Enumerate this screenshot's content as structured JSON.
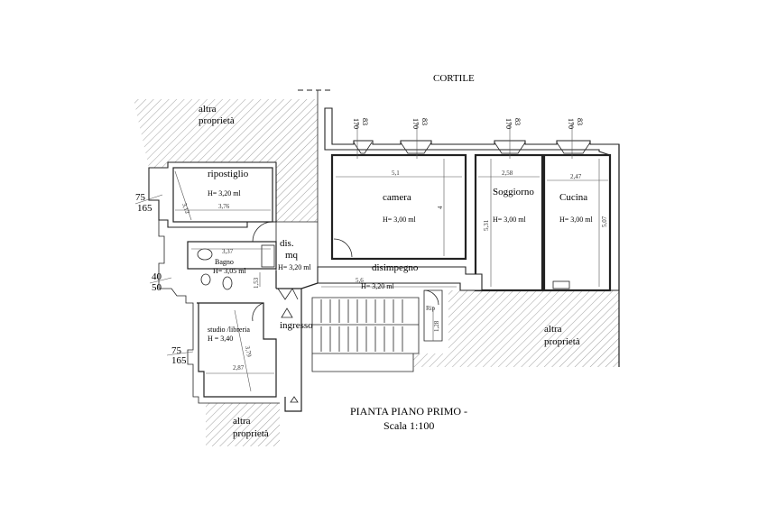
{
  "plan": {
    "courtyard_label": "CORTILE",
    "title_line1": "PIANTA PIANO PRIMO -",
    "title_line2": "Scala 1:100"
  },
  "neighbours": {
    "top_left_line1": "altra",
    "top_left_line2": "proprietà",
    "right_line1": "altra",
    "right_line2": "proprietà",
    "bottom_line1": "altra",
    "bottom_line2": "proprietà"
  },
  "rooms": {
    "ripostiglio": {
      "name": "ripostiglio",
      "height": "H= 3,20 ml",
      "dim_width": "3,76",
      "dim_depth": "3,12"
    },
    "camera": {
      "name": "camera",
      "height": "H= 3,00 ml",
      "dim_width": "5,1",
      "dim_depth": "4"
    },
    "soggiorno": {
      "name": "Soggiorno",
      "height": "H= 3,00 ml",
      "dim_width": "2,58",
      "dim_depth": "5,31"
    },
    "cucina": {
      "name": "Cucina",
      "height": "H= 3,00 ml",
      "dim_width": "2,47",
      "dim_depth": "5,07"
    },
    "dis": {
      "name_line1": "dis.",
      "name_line2": "mq",
      "height": "H= 3,20 ml"
    },
    "bagno": {
      "name": "Bagno",
      "height": "H= 3,05 ml",
      "dim_width": "3,37",
      "dim_depth": "1,53"
    },
    "disimpegno": {
      "name": "disimpegno",
      "height": "H= 3,20 ml",
      "dim_width": "5,6"
    },
    "ingresso": {
      "name": "ingresso"
    },
    "studio": {
      "name": "studio /libreria",
      "height": "H = 3,40",
      "dim_width": "2,87",
      "dim_depth": "3,79"
    },
    "rip": {
      "name": "Rip",
      "dim": "1,28"
    }
  },
  "windows": [
    {
      "top": "83",
      "bottom": "170"
    },
    {
      "top": "83",
      "bottom": "170"
    },
    {
      "top": "83",
      "bottom": "170"
    },
    {
      "top": "83",
      "bottom": "170"
    }
  ],
  "side_openings": [
    {
      "top": "75",
      "bottom": "165"
    },
    {
      "top": "40",
      "bottom": "50"
    },
    {
      "top": "75",
      "bottom": "165"
    }
  ]
}
